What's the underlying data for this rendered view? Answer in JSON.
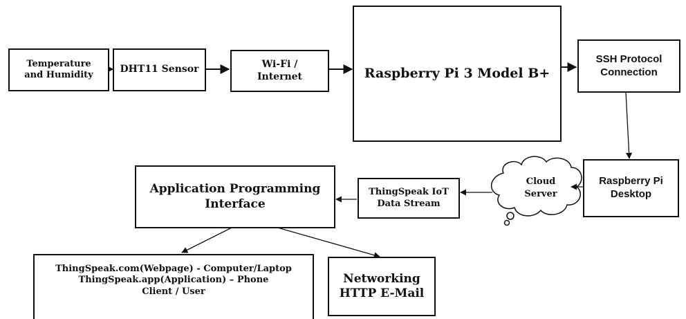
{
  "nodes": {
    "temp_humidity": [
      "Temperature",
      "and Humidity"
    ],
    "dht11": [
      "DHT11 Sensor"
    ],
    "wifi": [
      "Wi-Fi /",
      "Internet"
    ],
    "rpi": [
      "Raspberry Pi 3 Model B+"
    ],
    "ssh": [
      "SSH Protocol",
      "Connection"
    ],
    "rpi_desktop": [
      "Raspberry Pi",
      "Desktop"
    ],
    "cloud": [
      "Cloud",
      "Server"
    ],
    "thingspeak_stream": [
      "ThingSpeak IoT",
      "Data Stream"
    ],
    "api": [
      "Application Programming",
      "Interface"
    ],
    "clients": [
      "ThingSpeak.com(Webpage) - Computer/Laptop",
      "ThingSpeak.app(Application) – Phone",
      "Client / User"
    ],
    "networking": [
      "Networking",
      "HTTP E-Mail"
    ]
  }
}
